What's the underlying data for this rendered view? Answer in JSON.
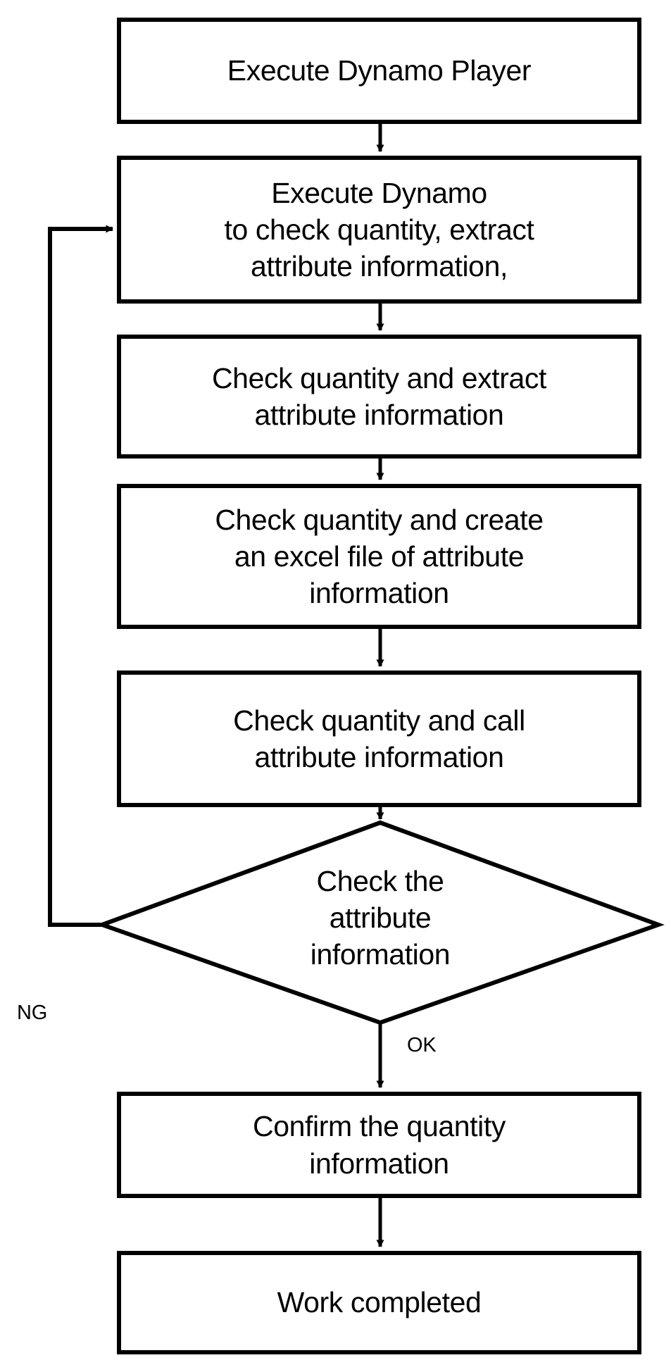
{
  "diagram": {
    "type": "flowchart",
    "orientation": "vertical",
    "background_color": "#ffffff",
    "stroke_color": "#000000",
    "text_color": "#000000",
    "nodes": [
      {
        "id": "n1",
        "shape": "process",
        "label": "Execute Dynamo Player"
      },
      {
        "id": "n2",
        "shape": "process",
        "label": "Execute Dynamo\nto check quantity, extract\nattribute information,"
      },
      {
        "id": "n3",
        "shape": "process",
        "label": "Check quantity and extract\nattribute information"
      },
      {
        "id": "n4",
        "shape": "process",
        "label": "Check quantity and create\nan excel file of attribute\ninformation"
      },
      {
        "id": "n5",
        "shape": "process",
        "label": "Check quantity and call\nattribute information"
      },
      {
        "id": "n6",
        "shape": "decision",
        "label": "Check the\nattribute\ninformation"
      },
      {
        "id": "n7",
        "shape": "process",
        "label": "Confirm the quantity\ninformation"
      },
      {
        "id": "n8",
        "shape": "process",
        "label": "Work completed"
      }
    ],
    "edges": [
      {
        "from": "n1",
        "to": "n2",
        "label": ""
      },
      {
        "from": "n2",
        "to": "n3",
        "label": ""
      },
      {
        "from": "n3",
        "to": "n4",
        "label": ""
      },
      {
        "from": "n4",
        "to": "n5",
        "label": ""
      },
      {
        "from": "n5",
        "to": "n6",
        "label": ""
      },
      {
        "from": "n6",
        "to": "n2",
        "label": "NG"
      },
      {
        "from": "n6",
        "to": "n7",
        "label": "OK"
      },
      {
        "from": "n7",
        "to": "n8",
        "label": ""
      }
    ],
    "edge_labels": {
      "ng": "NG",
      "ok": "OK"
    }
  }
}
